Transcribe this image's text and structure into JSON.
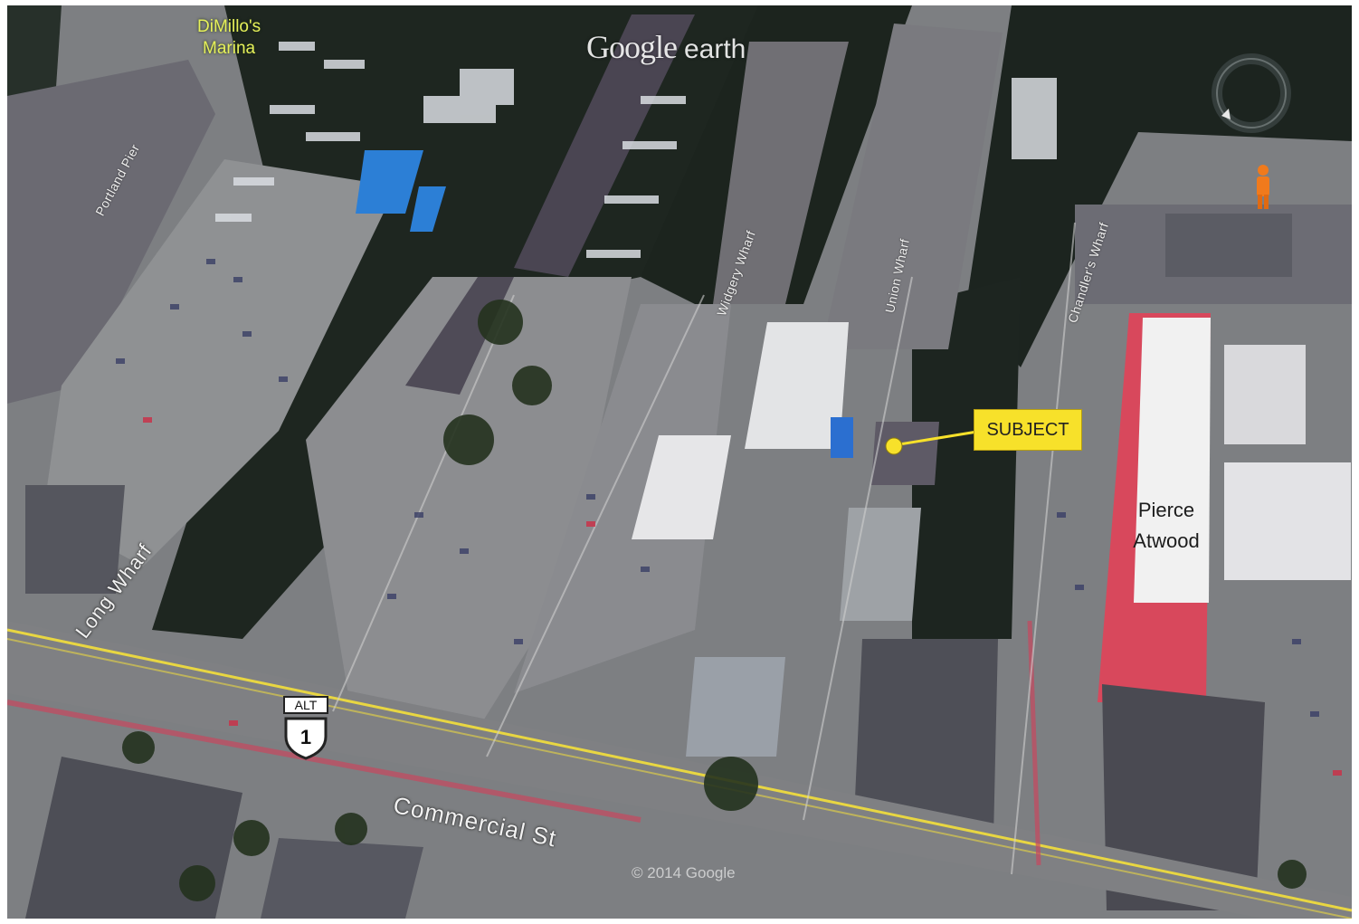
{
  "map": {
    "brand": {
      "google": "Google",
      "earth": "earth"
    },
    "marina_label": [
      "DiMillo's",
      "Marina"
    ],
    "subject_label": "SUBJECT",
    "building_label": [
      "Pierce",
      "Atwood"
    ],
    "copyright": "2014 Google",
    "route_shield": {
      "top": "ALT",
      "number": "1"
    },
    "streets": {
      "commercial": "Commercial St",
      "long_wharf": "Long Wharf",
      "portland_pier": "Portland Pier",
      "widgery_wharf": "Widgery Wharf",
      "union_wharf": "Union Wharf",
      "chandlers_wharf": "Chandler's Wharf"
    },
    "icons": [
      "compass-icon",
      "pegman-icon",
      "subject-marker-icon"
    ],
    "colors": {
      "water": "#1f2a22",
      "pavement": "#8a8c8e",
      "subject_fill": "#f7e12a",
      "marina_text": "#e6f05a",
      "road_line": "#e8d642",
      "pegman": "#f07a1c"
    }
  }
}
